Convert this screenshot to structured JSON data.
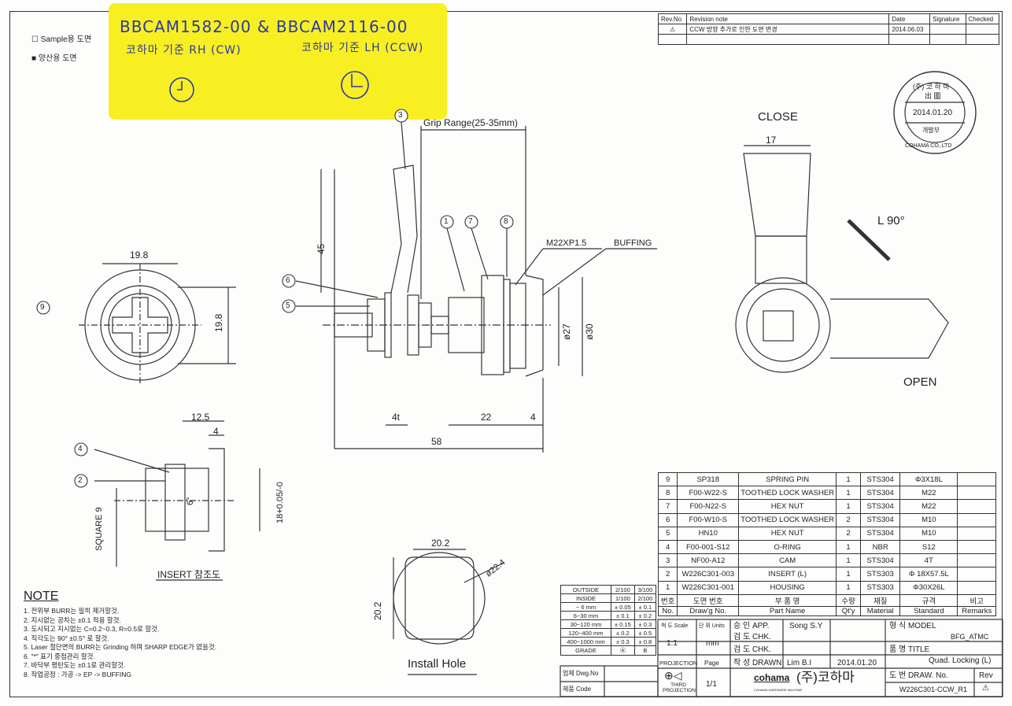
{
  "legend": {
    "sample": "Sample용 도면",
    "production": "양산용 도면"
  },
  "handwritten": {
    "line1": "BBCAM1582-00 & BBCAM2116-00",
    "rh": "코하마 기준 RH (CW)",
    "lh": "코하마 기준 LH (CCW)"
  },
  "revision": {
    "headers": [
      "Rev.No",
      "Revision note",
      "Date",
      "Signature",
      "Checked"
    ],
    "row": {
      "no": "⚠",
      "note": "CCW 방향 추가로 인한 도면 변경",
      "date": "2014.06.03"
    }
  },
  "stamp": {
    "company": "(주) 코 하 마",
    "dept": "出 圖",
    "date": "2014.01.20",
    "team": "개발부",
    "ring": "COHAMA CO.,LTD"
  },
  "labels": {
    "close": "CLOSE",
    "open": "OPEN",
    "angle": "L 90°",
    "grip": "Grip Range(25-35mm)",
    "thread": "M22XP1.5",
    "buffing": "BUFFING",
    "insert": "INSERT 참조도",
    "install": "Install Hole",
    "square": "SQUARE 9"
  },
  "dims": {
    "d17": "17",
    "d19_8a": "19.8",
    "d19_8b": "19.8",
    "d45": "45",
    "d4t": "4t",
    "d22": "22",
    "d4": "4",
    "d58": "58",
    "d27": "ø27",
    "d30": "ø30",
    "d12_5": "12.5",
    "d4b": "4",
    "d6": "6°",
    "d18": "18+0.05/-0",
    "d20_2a": "20.2",
    "d20_2b": "20.2",
    "d22_4": "ø22.4"
  },
  "balloons": [
    "3",
    "1",
    "7",
    "8",
    "6",
    "5",
    "9",
    "4",
    "2"
  ],
  "bom": {
    "rows": [
      [
        "9",
        "SP318",
        "SPRING PIN",
        "1",
        "STS304",
        "Φ3X18L",
        ""
      ],
      [
        "8",
        "F00-W22-S",
        "TOOTHED LOCK WASHER",
        "1",
        "STS304",
        "M22",
        ""
      ],
      [
        "7",
        "F00-N22-S",
        "HEX NUT",
        "1",
        "STS304",
        "M22",
        ""
      ],
      [
        "6",
        "F00-W10-S",
        "TOOTHED LOCK WASHER",
        "2",
        "STS304",
        "M10",
        ""
      ],
      [
        "5",
        "HN10",
        "HEX NUT",
        "2",
        "STS304",
        "M10",
        ""
      ],
      [
        "4",
        "F00-001-S12",
        "O-RING",
        "1",
        "NBR",
        "S12",
        ""
      ],
      [
        "3",
        "NF00-A12",
        "CAM",
        "1",
        "STS304",
        "4T",
        ""
      ],
      [
        "2",
        "W226C301-003",
        "INSERT (L)",
        "1",
        "STS303",
        "Φ 18X57.5L",
        ""
      ],
      [
        "1",
        "W226C301-001",
        "HOUSING",
        "1",
        "STS303",
        "Φ30X26L",
        ""
      ]
    ],
    "header1": [
      "번호",
      "도면 번호",
      "부 품 명",
      "수량",
      "재질",
      "규격",
      "비고"
    ],
    "header2": [
      "No.",
      "Draw'g No.",
      "Part Name",
      "Qt'y",
      "Material",
      "Standard",
      "Remarks"
    ]
  },
  "tolerance": {
    "header": [
      "OUTSIDE",
      "2/100",
      "3/100"
    ],
    "header2": [
      "INSIDE",
      "1/100",
      "2/100"
    ],
    "rows": [
      [
        "~ 6    mm",
        "± 0.05",
        "± 0.1"
      ],
      [
        "6~30    mm",
        "± 0.1",
        "± 0.2"
      ],
      [
        "30~120  mm",
        "± 0.15",
        "± 0.3"
      ],
      [
        "120~400 mm",
        "± 0.2",
        "± 0.5"
      ],
      [
        "400~1000 mm",
        "± 0.3",
        "± 0.8"
      ],
      [
        "GRADE",
        "Ⓐ",
        "B"
      ]
    ],
    "maker_no": "업체 Dwg.No",
    "product_code": "제품 Code"
  },
  "title": {
    "scale_label": "척 도 Scale",
    "scale": "1:1",
    "units_label": "단 위 Units",
    "units": "mm",
    "approve": "승 인 APP.",
    "approver": "Song S.Y",
    "check1": "검 도 CHK.",
    "check2": "검 도 CHK.",
    "drawn": "작 성 DRAWN",
    "drawer": "Lim B.I",
    "drawn_date": "2014.01.20",
    "projection": "PROJECTION",
    "page_label": "Page",
    "page": "1/1",
    "third": "THIRD PROJECTION",
    "model_label": "형 식 MODEL",
    "model": "BFG_ATMC",
    "title_label": "품 명 TITLE",
    "title": "Quad. Locking (L)",
    "dwg_label": "도 번 DRAW. No.",
    "dwg": "W226C301-CCW_R1",
    "rev_label": "Rev",
    "rev": "⚠",
    "logo": "cohama",
    "logo_sub": "COHAMA HARDWARE MACHINE",
    "company": "(주)코하마"
  },
  "notes": {
    "heading": "NOTE",
    "items": [
      "1. 전위부 BURR는 필히 제거할것.",
      "2. 지시없는 공차는 ±0.1 적용 할것.",
      "3. 도시되고 지시없는 C=0.2~0.3, R=0.5로 할것.",
      "4. 직각도는 90° ±0.5° 로 할것.",
      "5. Laser 절단면의 BURR는 Grinding 하며 SHARP EDGE가 없을것.",
      "6. \"*\" 표기 중점관리 할것.",
      "7. 바닥부 평탄도는 ±0.1로 관리할것.",
      "8. 작업공정 : 가공 -> EP -> BUFFING"
    ]
  }
}
